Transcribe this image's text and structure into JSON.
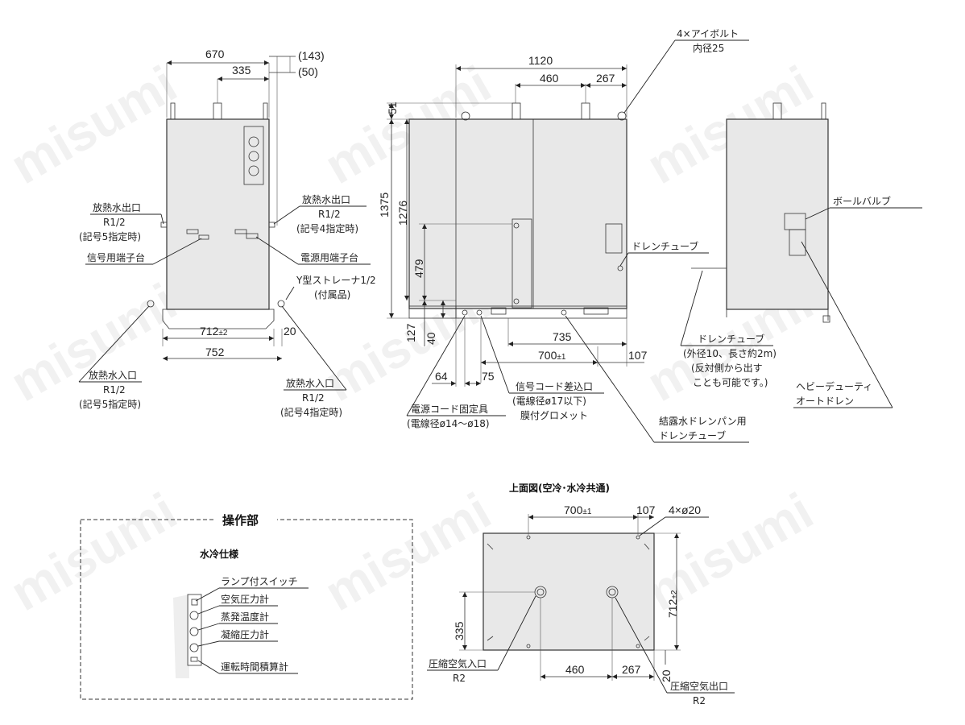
{
  "watermark": "misumi",
  "left_view": {
    "dims": {
      "w670": "670",
      "w335": "335",
      "w143": "(143)",
      "w50": "(50)",
      "w712": "712",
      "w712_tol": "±2",
      "w20": "20",
      "w752": "752"
    },
    "labels": {
      "outlet_left_1": "放熱水出口",
      "outlet_left_2": "R1/2",
      "outlet_left_3": "(記号5指定時)",
      "signal_terminal": "信号用端子台",
      "outlet_right_1": "放熱水出口",
      "outlet_right_2": "R1/2",
      "outlet_right_3": "(記号4指定時)",
      "power_terminal": "電源用端子台",
      "strainer_1": "Y型ストレーナ1/2",
      "strainer_2": "(付属品)",
      "inlet_left_1": "放熱水入口",
      "inlet_left_2": "R1/2",
      "inlet_left_3": "(記号5指定時)",
      "inlet_right_1": "放熱水入口",
      "inlet_right_2": "R1/2",
      "inlet_right_3": "(記号4指定時)"
    }
  },
  "center_view": {
    "dims": {
      "w1120": "1120",
      "w460": "460",
      "w267": "267",
      "h51": "51",
      "h1375": "1375",
      "h1276": "1276",
      "h479": "479",
      "h127": "127",
      "h40": "40",
      "w735": "735",
      "w700": "700",
      "w700_tol": "±1",
      "w107": "107",
      "w64": "64",
      "w75": "75"
    },
    "labels": {
      "eyebolt_1": "4×アイボルト",
      "eyebolt_2": "内径25",
      "drain_tube": "ドレンチューブ",
      "signal_entry_1": "信号コード差込口",
      "signal_entry_2": "(電線径ø17以下)",
      "signal_entry_3": "膜付グロメット",
      "power_fix_1": "電源コード固定具",
      "power_fix_2": "(電線径ø14～ø18)",
      "drainpan_1": "結露水ドレンパン用",
      "drainpan_2": "ドレンチューブ"
    }
  },
  "right_view": {
    "labels": {
      "ball_valve": "ボールバルブ",
      "drain_1": "ドレンチューブ",
      "drain_2": "(外径10、長さ約2m)",
      "drain_3": "(反対側から出す",
      "drain_4": "ことも可能です。)",
      "autodrain_1": "ヘビーデューティ",
      "autodrain_2": "オートドレン"
    }
  },
  "operation": {
    "title": "操作部",
    "subtitle": "水冷仕様",
    "items": [
      "ランプ付スイッチ",
      "空気圧力計",
      "蒸発温度計",
      "凝縮圧力計",
      "運転時間積算計"
    ]
  },
  "top_view": {
    "title": "上面図(空冷･水冷共通)",
    "dims": {
      "w700": "700",
      "w700_tol": "±1",
      "w107": "107",
      "holes": "4×ø20",
      "h712": "712",
      "h712_tol": "±2",
      "h335": "335",
      "w460": "460",
      "w267": "267",
      "h20": "20"
    },
    "labels": {
      "in_1": "圧縮空気入口",
      "in_2": "R2",
      "out_1": "圧縮空気出口",
      "out_2": "R2"
    }
  }
}
